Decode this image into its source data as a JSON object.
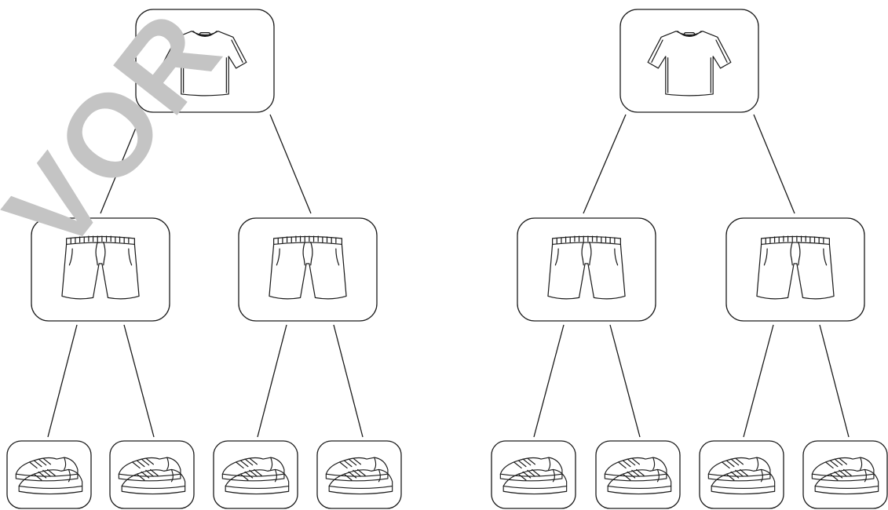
{
  "watermark": {
    "text": "VOR"
  },
  "colors": {
    "stroke": "#1a1a1a",
    "node_fill": "#ffffff",
    "watermark": "#c4c4c4"
  },
  "trees": [
    {
      "name": "left-tree",
      "root": {
        "icon": "t-shirt-icon"
      },
      "children": [
        {
          "icon": "shorts-icon",
          "children": [
            {
              "icon": "sneakers-icon"
            },
            {
              "icon": "sneakers-icon"
            }
          ]
        },
        {
          "icon": "shorts-icon",
          "children": [
            {
              "icon": "sneakers-icon"
            },
            {
              "icon": "sneakers-icon"
            }
          ]
        }
      ]
    },
    {
      "name": "right-tree",
      "root": {
        "icon": "t-shirt-icon"
      },
      "children": [
        {
          "icon": "shorts-icon",
          "children": [
            {
              "icon": "sneakers-icon"
            },
            {
              "icon": "sneakers-icon"
            }
          ]
        },
        {
          "icon": "shorts-icon",
          "children": [
            {
              "icon": "sneakers-icon"
            },
            {
              "icon": "sneakers-icon"
            }
          ]
        }
      ]
    }
  ]
}
